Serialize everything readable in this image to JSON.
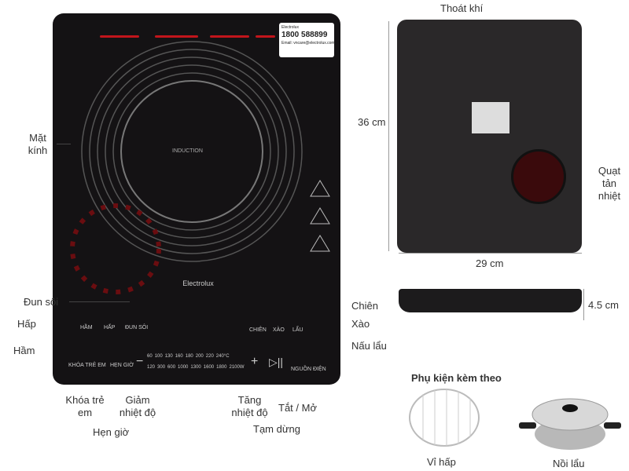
{
  "labels": {
    "glass": "Mặt kính",
    "boil": "Đun sôi",
    "steam": "Hấp",
    "stew": "Hầm",
    "child_lock": "Khóa trẻ em",
    "timer": "Hẹn giờ",
    "decrease": "Giảm nhiệt độ",
    "increase": "Tăng nhiệt độ",
    "pause": "Tạm dừng",
    "power": "Tắt / Mở",
    "fry": "Chiên",
    "stir_fry": "Xào",
    "hotpot": "Nấu lẩu",
    "vent": "Thoát khí",
    "fan": "Quạt tản nhiệt"
  },
  "dimensions": {
    "height": "36 cm",
    "width": "29 cm",
    "thickness": "4.5  cm"
  },
  "accessories": {
    "title": "Phụ kiện kèm theo",
    "rack": "Vỉ hấp",
    "pot": "Nồi lẩu"
  },
  "cooktop": {
    "brand": "Electrolux",
    "zone": "INDUCTION",
    "hotline": "1800 588899",
    "sticker_brand": "Electrolux",
    "sticker_email": "Email: vncare@electrolux.com",
    "controls": {
      "stew": "HẦM",
      "steam": "HẤP",
      "boil": "ĐUN SÔI",
      "fry": "CHIÊN",
      "stir": "XÀO",
      "hotpot": "LẨU",
      "lock": "KHÓA TRẺ EM",
      "timer": "HẸN GIỜ",
      "power": "NGUỒN ĐIỆN"
    },
    "temps": [
      "60",
      "100",
      "130",
      "160",
      "180",
      "200",
      "220",
      "240°C"
    ],
    "watts": [
      "120",
      "300",
      "600",
      "1000",
      "1300",
      "1600",
      "1800",
      "2100W"
    ]
  },
  "colors": {
    "glass": "#141214",
    "heat": "#c2151b"
  }
}
